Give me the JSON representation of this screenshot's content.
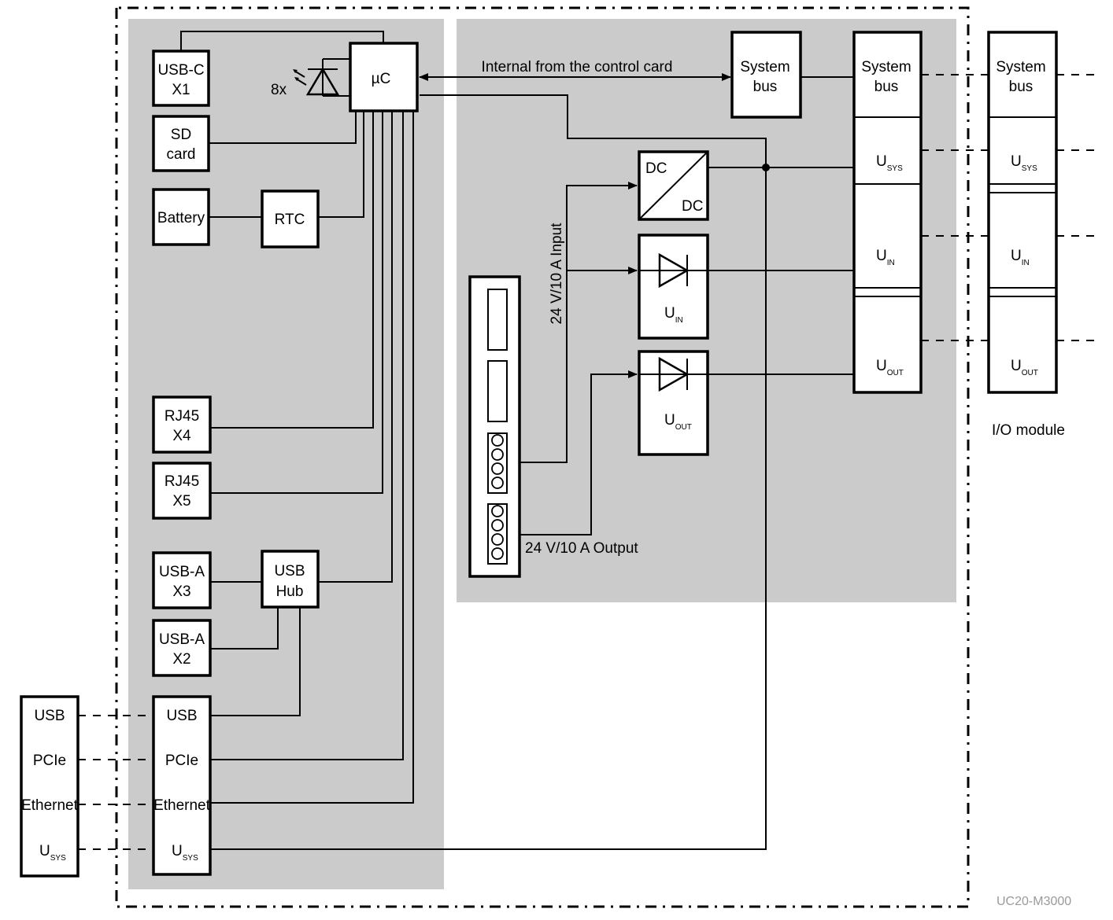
{
  "labels": {
    "usbc_1": "USB-C",
    "usbc_2": "X1",
    "sd_1": "SD",
    "sd_2": "card",
    "battery": "Battery",
    "rtc": "RTC",
    "uc": "µC",
    "led_count": "8x",
    "rj45x4_1": "RJ45",
    "rj45x4_2": "X4",
    "rj45x5_1": "RJ45",
    "rj45x5_2": "X5",
    "usba3_1": "USB-A",
    "usba3_2": "X3",
    "usbhub_1": "USB",
    "usbhub_2": "Hub",
    "usba2_1": "USB-A",
    "usba2_2": "X2",
    "conn_usb": "USB",
    "conn_pcie": "PCIe",
    "conn_ethernet": "Ethernet",
    "conn_usys_main": "U",
    "conn_usys_sub": "SYS",
    "ext_usb": "USB",
    "ext_pcie": "PCIe",
    "ext_ethernet": "Ethernet",
    "ext_usys_main": "U",
    "ext_usys_sub": "SYS",
    "internal_bus": "Internal from the control card",
    "sysbus_1": "System",
    "sysbus_2": "bus",
    "rail_sysbus_1": "System",
    "rail_sysbus_2": "bus",
    "rail_usys_main": "U",
    "rail_usys_sub": "SYS",
    "rail_uin_main": "U",
    "rail_uin_sub": "IN",
    "rail_uout_main": "U",
    "rail_uout_sub": "OUT",
    "dc_top": "DC",
    "dc_bottom": "DC",
    "diode_in_main": "U",
    "diode_in_sub": "IN",
    "diode_out_main": "U",
    "diode_out_sub": "OUT",
    "input_label": "24 V/10 A Input",
    "output_label": "24 V/10 A Output",
    "io_sysbus_1": "System",
    "io_sysbus_2": "bus",
    "io_usys_main": "U",
    "io_usys_sub": "SYS",
    "io_uin_main": "U",
    "io_uin_sub": "IN",
    "io_uout_main": "U",
    "io_uout_sub": "OUT",
    "io_module": "I/O module",
    "footer_code": "UC20-M3000"
  }
}
